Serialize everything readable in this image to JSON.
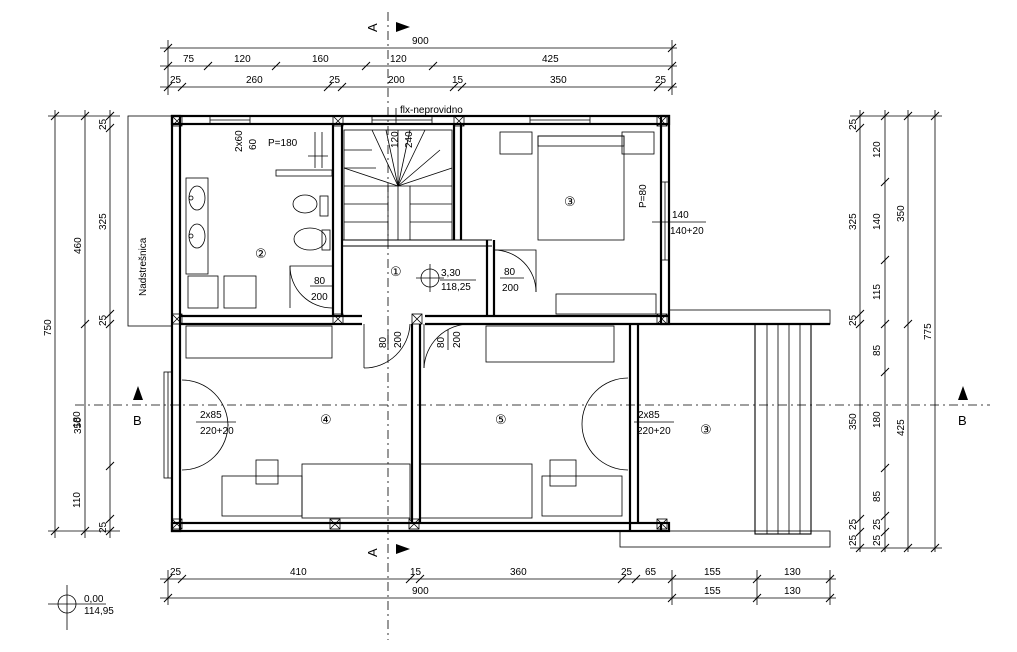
{
  "section_marks": {
    "a_top": "A",
    "a_bottom": "A",
    "b_left": "B",
    "b_right": "B"
  },
  "annotations": {
    "flx": "flx-neprovidno",
    "nadstresnica": "Nadstrešnica",
    "p180": "P=180",
    "p80": "P=80",
    "win_2x60": "2x60",
    "win_60": "60",
    "stair_120": "120",
    "stair_240": "240",
    "level_top": "3,30",
    "level_bottom": "118,25",
    "origin_top": "0,00",
    "origin_bottom": "114,95"
  },
  "rooms": [
    {
      "id": "room-1",
      "label": "①"
    },
    {
      "id": "room-2",
      "label": "②"
    },
    {
      "id": "room-3-top",
      "label": "③"
    },
    {
      "id": "room-3-terrace",
      "label": "③"
    },
    {
      "id": "room-4",
      "label": "④"
    },
    {
      "id": "room-5",
      "label": "⑤"
    }
  ],
  "openings": {
    "bath_door": [
      "80",
      "200"
    ],
    "bed_door": [
      "80",
      "200"
    ],
    "hall_door_left": [
      "80",
      "200"
    ],
    "hall_door_right": [
      "80",
      "200"
    ],
    "win_room4": [
      "2x85",
      "220+20"
    ],
    "win_room3": [
      "2x85",
      "220+20"
    ],
    "win_bed": [
      "140",
      "140+20"
    ]
  },
  "dims_top": {
    "overall": "900",
    "row1": [
      "75",
      "120",
      "160",
      "120",
      "425"
    ],
    "row2": [
      "25",
      "260",
      "25",
      "200",
      "15",
      "350",
      "25"
    ]
  },
  "dims_bottom": {
    "row1": [
      "25",
      "410",
      "15",
      "360",
      "25",
      "65",
      "155",
      "130"
    ],
    "row2": [
      "900",
      "155",
      "130"
    ]
  },
  "dims_left": {
    "overall": "750",
    "outer": [
      "460",
      "350"
    ],
    "inner": [
      "25",
      "325",
      "25",
      "180",
      "110",
      "25"
    ]
  },
  "dims_right": {
    "overall": "775",
    "outer": [
      "350",
      "425"
    ],
    "inner1": [
      "25",
      "325",
      "25",
      "350",
      "25",
      "25"
    ],
    "inner2": [
      "120",
      "140",
      "115",
      "85",
      "180",
      "85",
      "25",
      "25"
    ]
  }
}
